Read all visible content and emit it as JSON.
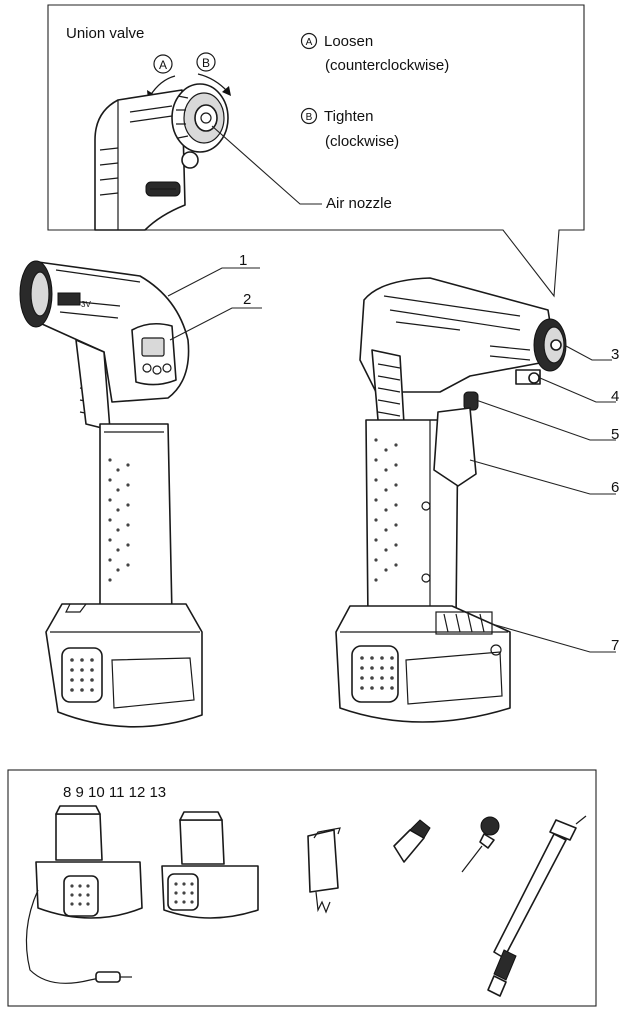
{
  "inset": {
    "title": "Union valve",
    "a_marker": "A",
    "b_marker": "B",
    "a_label_line1": "Loosen",
    "a_label_line2": "(counterclockwise)",
    "b_label_line1": "Tighten",
    "b_label_line2": "(clockwise)",
    "nozzle_label": "Air nozzle"
  },
  "callouts": [
    "1",
    "2",
    "3",
    "4",
    "5",
    "6",
    "7"
  ],
  "accessories": {
    "numbers_label": "8 9 10 11 12 13"
  }
}
